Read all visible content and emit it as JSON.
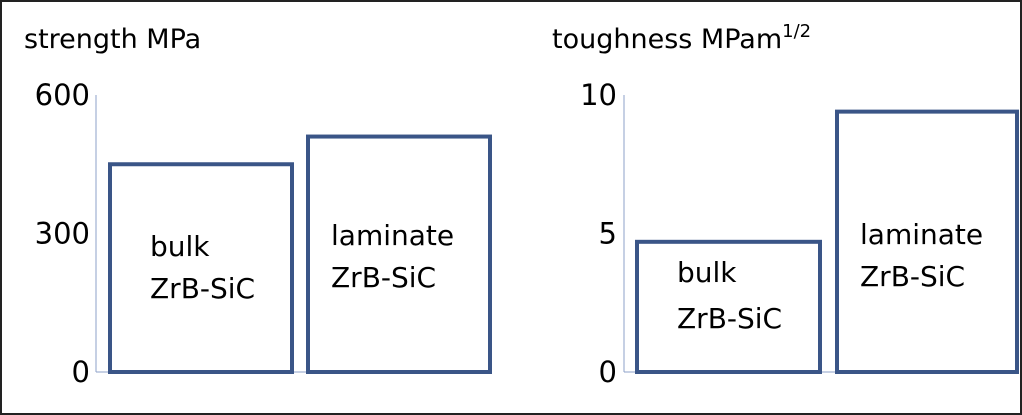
{
  "colors": {
    "bar_stroke": "#3a5587",
    "axis": "#8da2c8",
    "background": "#ffffff",
    "frame": "#222222"
  },
  "chart_data": [
    {
      "type": "bar",
      "title": "strength MPa",
      "title_superscript": "",
      "ylim": [
        0,
        600
      ],
      "yticks": [
        "600",
        "300",
        "0"
      ],
      "categories": [
        "bulk ZrB-SiC",
        "laminate ZrB-SiC"
      ],
      "values": [
        450,
        510
      ],
      "bar_labels": [
        [
          "bulk",
          "ZrB-SiC"
        ],
        [
          "laminate",
          "ZrB-SiC"
        ]
      ],
      "bar_fill": "none",
      "grid": false
    },
    {
      "type": "bar",
      "title": "toughness MPam",
      "title_superscript": "1/2",
      "ylim": [
        0,
        10
      ],
      "yticks": [
        "10",
        "5",
        "0"
      ],
      "categories": [
        "bulk ZrB-SiC",
        "laminate ZrB-SiC"
      ],
      "values": [
        4.7,
        9.4
      ],
      "bar_labels": [
        [
          "bulk",
          "ZrB-SiC"
        ],
        [
          "laminate",
          "ZrB-SiC"
        ]
      ],
      "bar_fill": "none",
      "grid": false
    }
  ]
}
